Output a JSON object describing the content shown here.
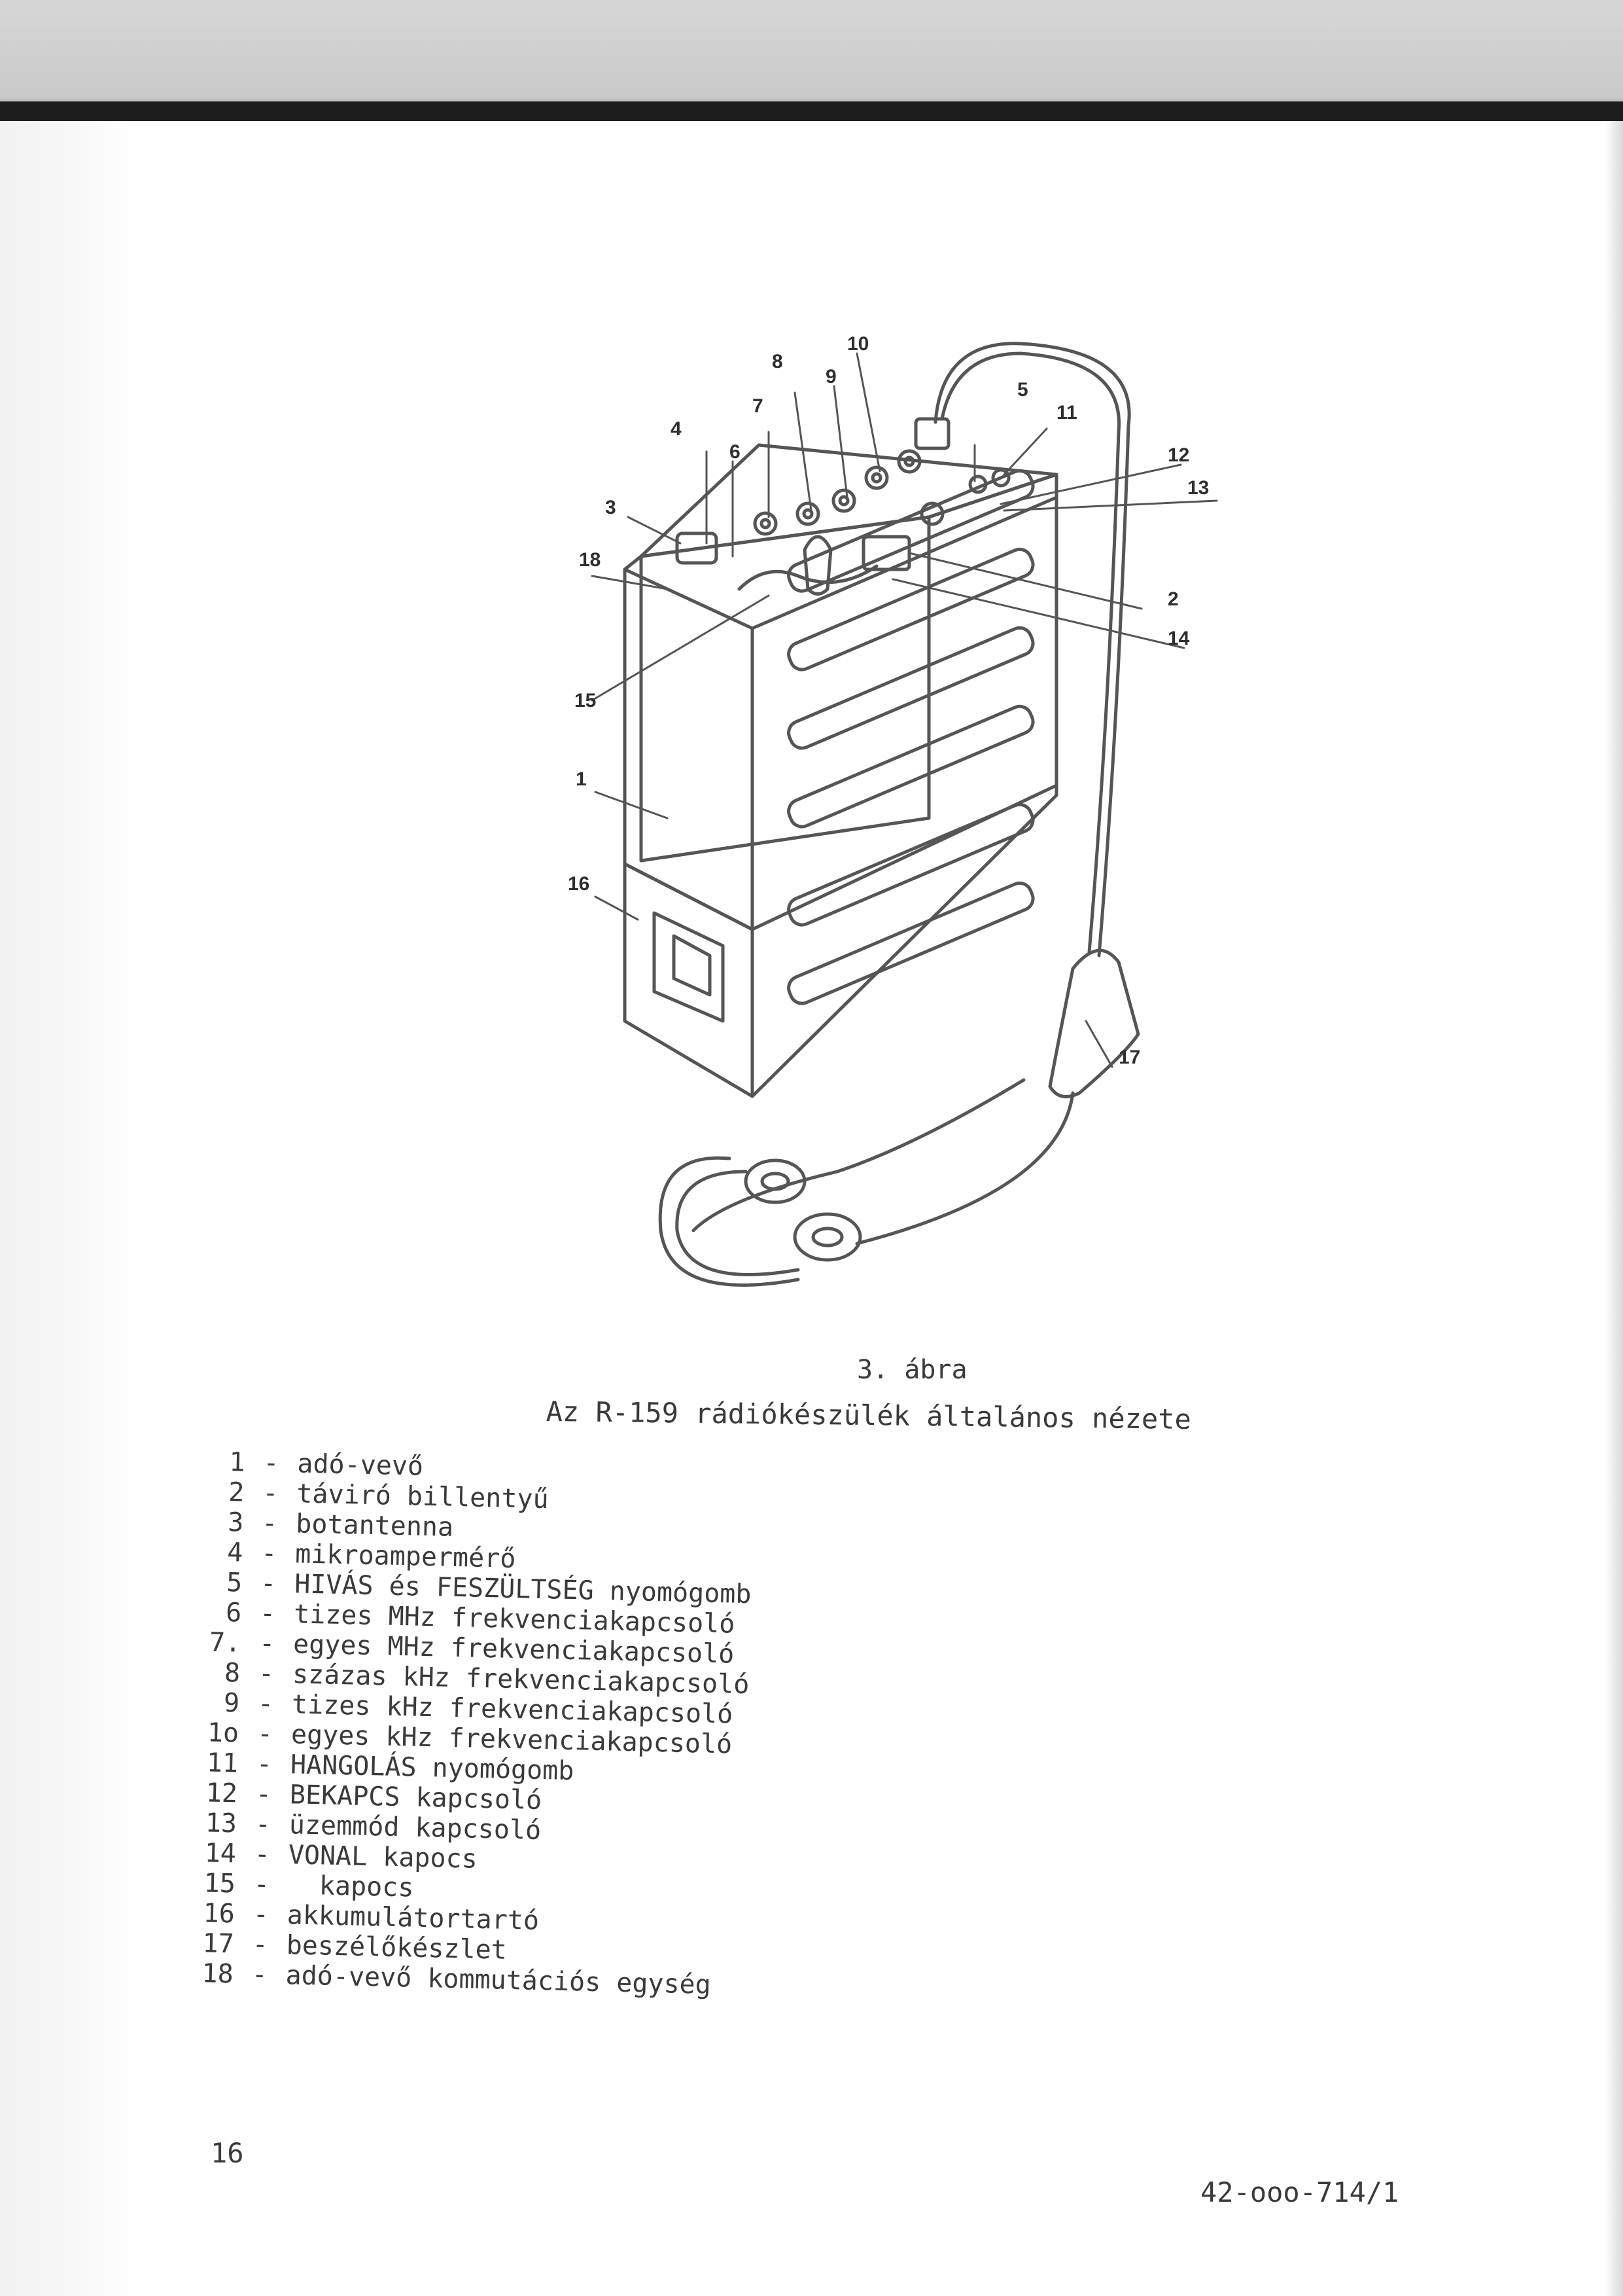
{
  "figure": {
    "labels": [
      "1",
      "2",
      "3",
      "4",
      "5",
      "6",
      "7",
      "8",
      "9",
      "10",
      "11",
      "12",
      "13",
      "14",
      "15",
      "16",
      "17",
      "18"
    ]
  },
  "caption": {
    "number": "3. ábra",
    "title": "Az R-159 rádiókészülék általános nézete"
  },
  "legend": [
    {
      "num": "1",
      "text": "adó-vevő"
    },
    {
      "num": "2",
      "text": "táviró billentyű"
    },
    {
      "num": "3",
      "text": "botantenna"
    },
    {
      "num": "4",
      "text": "mikroampermérő"
    },
    {
      "num": "5",
      "text": "HIVÁS és FESZÜLTSÉG nyomógomb"
    },
    {
      "num": "6",
      "text": "tizes MHz frekvenciakapcsoló"
    },
    {
      "num": "7.",
      "text": "egyes MHz frekvenciakapcsoló"
    },
    {
      "num": "8",
      "text": "százas kHz frekvenciakapcsoló"
    },
    {
      "num": "9",
      "text": "tizes kHz frekvenciakapcsoló"
    },
    {
      "num": "1o",
      "text": "egyes kHz frekvenciakapcsoló"
    },
    {
      "num": "11",
      "text": "HANGOLÁS nyomógomb"
    },
    {
      "num": "12",
      "text": "BEKAPCS kapcsoló"
    },
    {
      "num": "13",
      "text": "üzemmód kapcsoló"
    },
    {
      "num": "14",
      "text": "VONAL kapocs"
    },
    {
      "num": "15",
      "text": "  kapocs"
    },
    {
      "num": "16",
      "text": "akkumulátortartó"
    },
    {
      "num": "17",
      "text": "beszélőkészlet"
    },
    {
      "num": "18",
      "text": "adó-vevő kommutációs egység"
    }
  ],
  "footer": {
    "page_number": "16",
    "doc_code": "42-ooo-714/1"
  }
}
